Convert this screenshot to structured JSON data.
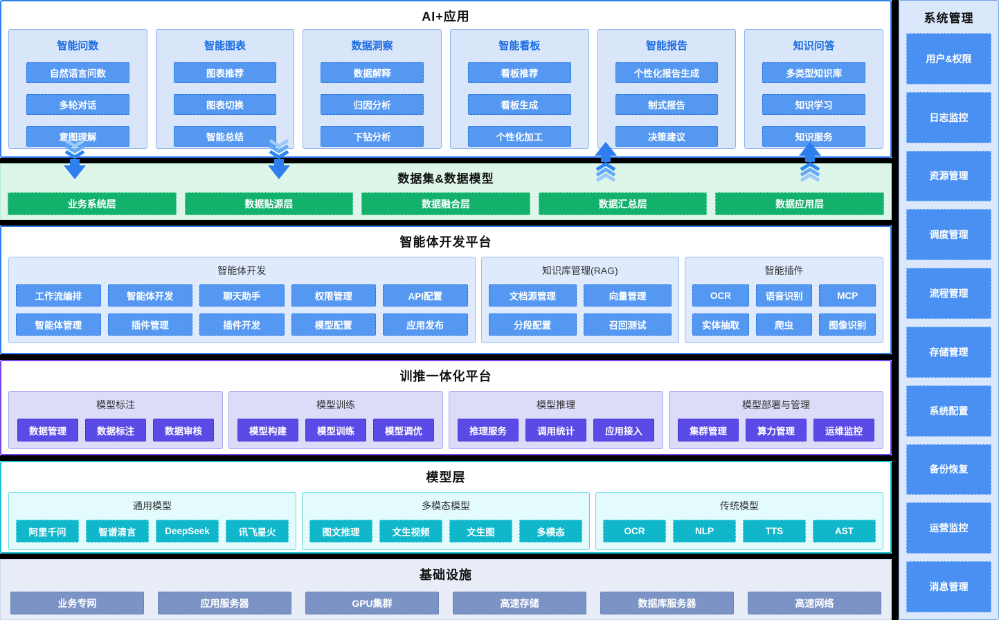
{
  "app_layer": {
    "title": "AI+应用",
    "columns": [
      {
        "title": "智能问数",
        "items": [
          "自然语言问数",
          "多轮对话",
          "意图理解"
        ]
      },
      {
        "title": "智能图表",
        "items": [
          "图表推荐",
          "图表切换",
          "智能总结"
        ]
      },
      {
        "title": "数据洞察",
        "items": [
          "数据解释",
          "归因分析",
          "下钻分析"
        ]
      },
      {
        "title": "智能看板",
        "items": [
          "看板推荐",
          "看板生成",
          "个性化加工"
        ]
      },
      {
        "title": "智能报告",
        "items": [
          "个性化报告生成",
          "制式报告",
          "决策建议"
        ]
      },
      {
        "title": "知识问答",
        "items": [
          "多类型知识库",
          "知识学习",
          "知识服务"
        ]
      }
    ]
  },
  "data_layer": {
    "title": "数据集&数据模型",
    "items": [
      "业务系统层",
      "数据贴源层",
      "数据融合层",
      "数据汇总层",
      "数据应用层"
    ]
  },
  "agent_layer": {
    "title": "智能体开发平台",
    "groups": [
      {
        "title": "智能体开发",
        "items": [
          "工作流编排",
          "智能体开发",
          "聊天助手",
          "权限管理",
          "API配置",
          "智能体管理",
          "插件管理",
          "插件开发",
          "模型配置",
          "应用发布"
        ]
      },
      {
        "title": "知识库管理(RAG)",
        "items": [
          "文档源管理",
          "向量管理",
          "分段配置",
          "召回测试"
        ]
      },
      {
        "title": "智能插件",
        "items": [
          "OCR",
          "语音识别",
          "MCP",
          "实体抽取",
          "爬虫",
          "图像识别"
        ]
      }
    ]
  },
  "training_layer": {
    "title": "训推一体化平台",
    "groups": [
      {
        "title": "模型标注",
        "items": [
          "数据管理",
          "数据标注",
          "数据审核"
        ]
      },
      {
        "title": "模型训练",
        "items": [
          "模型构建",
          "模型训练",
          "模型调优"
        ]
      },
      {
        "title": "模型推理",
        "items": [
          "推理服务",
          "调用统计",
          "应用接入"
        ]
      },
      {
        "title": "模型部署与管理",
        "items": [
          "集群管理",
          "算力管理",
          "运维监控"
        ]
      }
    ]
  },
  "model_layer": {
    "title": "模型层",
    "groups": [
      {
        "title": "通用模型",
        "items": [
          "阿里千问",
          "智谱清言",
          "DeepSeek",
          "讯飞星火"
        ]
      },
      {
        "title": "多模态模型",
        "items": [
          "图文推理",
          "文生视频",
          "文生图",
          "多模态"
        ]
      },
      {
        "title": "传统模型",
        "items": [
          "OCR",
          "NLP",
          "TTS",
          "AST"
        ]
      }
    ]
  },
  "infra_layer": {
    "title": "基础设施",
    "items": [
      "业务专网",
      "应用服务器",
      "GPU集群",
      "高速存储",
      "数据库服务器",
      "高速网络"
    ]
  },
  "sidebar": {
    "title": "系统管理",
    "items": [
      "用户&权限",
      "日志监控",
      "资源管理",
      "调度管理",
      "流程管理",
      "存储管理",
      "系统配置",
      "备份恢复",
      "运营监控",
      "消息管理"
    ]
  },
  "colors": {
    "accent_blue": "#2e7ef0",
    "button_blue": "#5598f2",
    "green": "#12b26c",
    "purple": "#5a4ae6",
    "cyan": "#10b7cb",
    "slate": "#7b93c5",
    "divider": "#000000"
  }
}
